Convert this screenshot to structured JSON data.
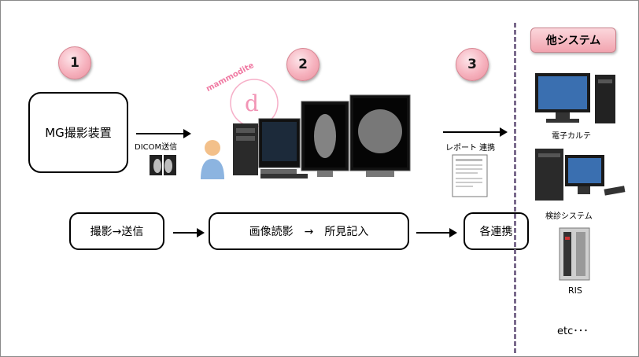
{
  "badges": [
    "1",
    "2",
    "3"
  ],
  "devices": {
    "mg": "MG撮影装置",
    "dicom": "DICOM送信",
    "report": "レポート 連携"
  },
  "flow": {
    "step1": "撮影→送信",
    "step2": "画像読影　→　所見記入",
    "step3": "各連携"
  },
  "logo_text": "mammodite",
  "other": {
    "header": "他システム",
    "items": [
      "電子カルテ",
      "検診システム",
      "RIS"
    ],
    "etc": "etc･･･"
  },
  "colors": {
    "badge": "#f6b1bd",
    "header": "#f2a4af",
    "divider": "#7a6a8c",
    "logo": "#f07aa3"
  }
}
